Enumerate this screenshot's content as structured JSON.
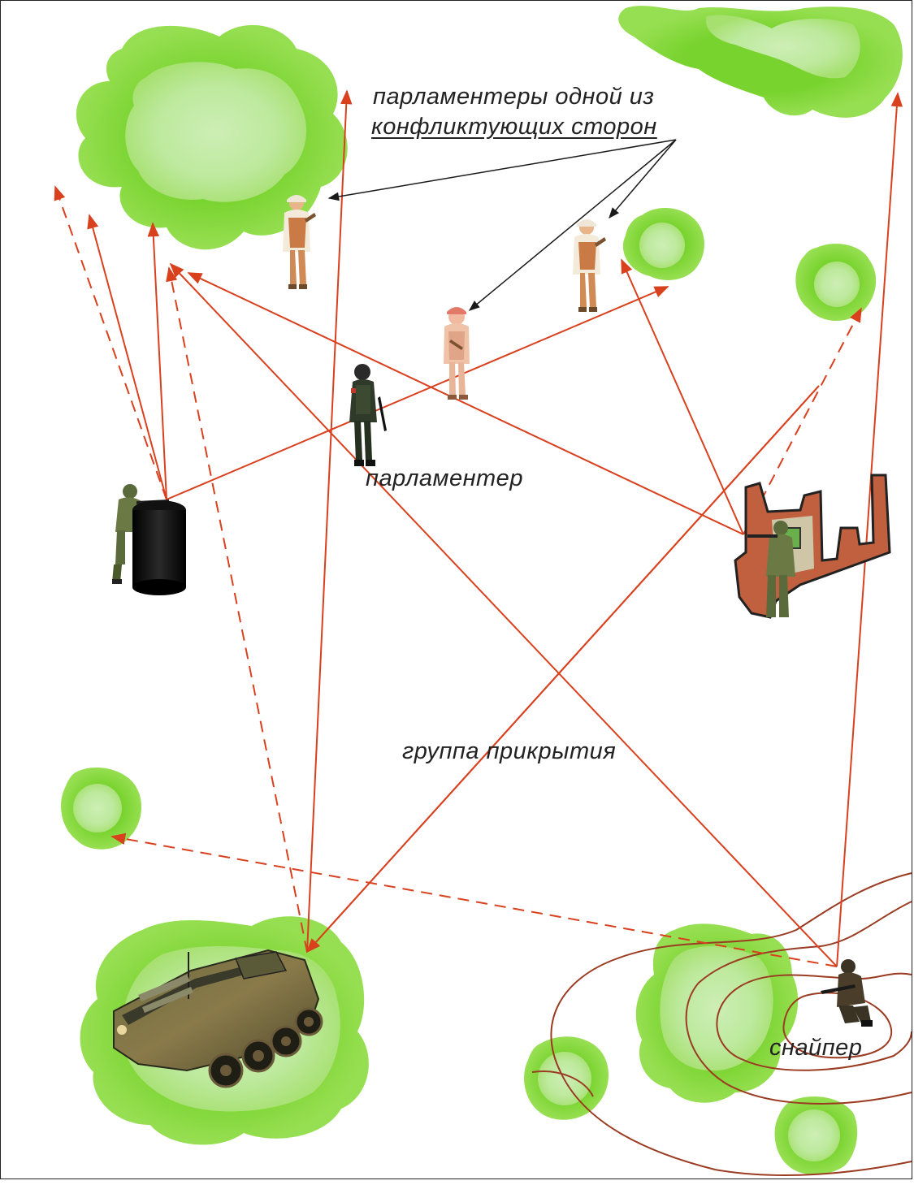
{
  "labels": {
    "negotiators_line1": "парламентеры одной из",
    "negotiators_line2": "конфликтующих сторон",
    "negotiator": "парламентер",
    "cover_group": "группа прикрытия",
    "sniper": "снайпер"
  },
  "colors": {
    "bush_outer": "#7dd63a",
    "bush_mid": "#96e04f",
    "bush_inner": "#c6edab",
    "fire_line": "#d9401e",
    "pointer_line": "#1a1a1a",
    "contour": "#9a3b22",
    "text": "#222222"
  }
}
